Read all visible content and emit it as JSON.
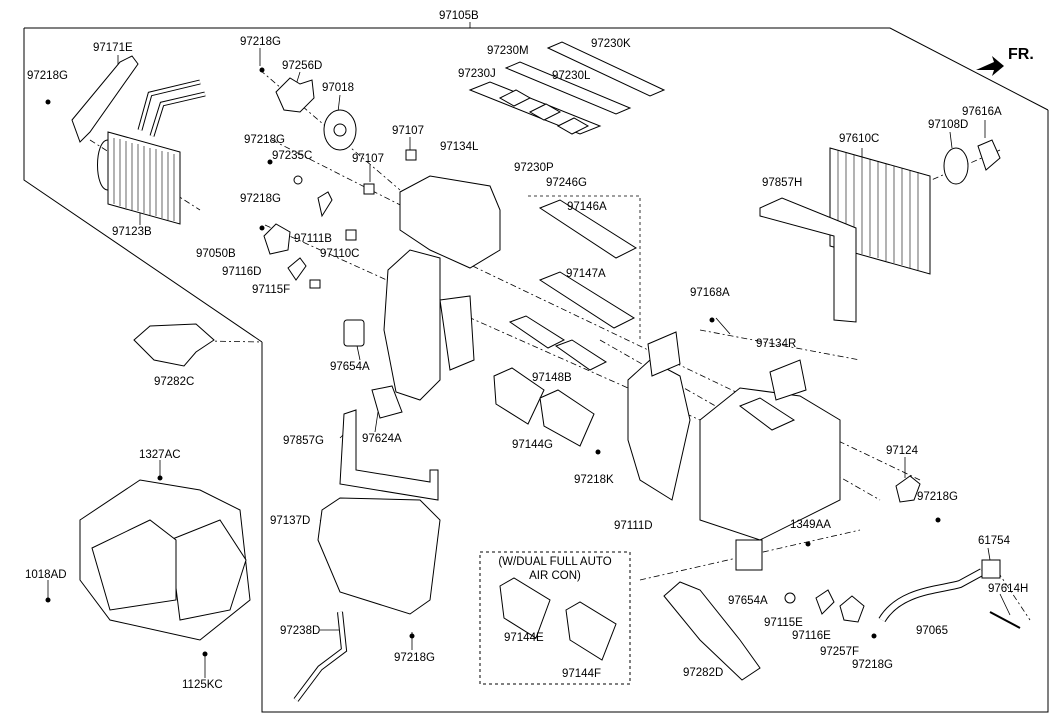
{
  "diagram": {
    "title": "97105B",
    "direction": "FR.",
    "option_note_line1": "(W/DUAL FULL AUTO",
    "option_note_line2": "AIR CON)",
    "parts": [
      "97171E",
      "97218G",
      "97218G",
      "97256D",
      "97018",
      "97218G",
      "97235C",
      "97107",
      "97107",
      "97218G",
      "97111B",
      "97110C",
      "97050B",
      "97116D",
      "97115F",
      "97123B",
      "97134L",
      "97230M",
      "97230K",
      "97230J",
      "97230L",
      "97230P",
      "97246G",
      "97146A",
      "97147A",
      "97148B",
      "97144G",
      "97654A",
      "97624A",
      "97857G",
      "97137D",
      "97238D",
      "97218G",
      "97282C",
      "1327AC",
      "1018AD",
      "1125KC",
      "97168A",
      "97218K",
      "97111D",
      "97134R",
      "97610C",
      "97108D",
      "97616A",
      "97857H",
      "97124",
      "97218G",
      "1349AA",
      "61754",
      "97614H",
      "97065",
      "97654A",
      "97115E",
      "97116E",
      "97257F",
      "97218G",
      "97282D",
      "97144E",
      "97144F"
    ]
  }
}
